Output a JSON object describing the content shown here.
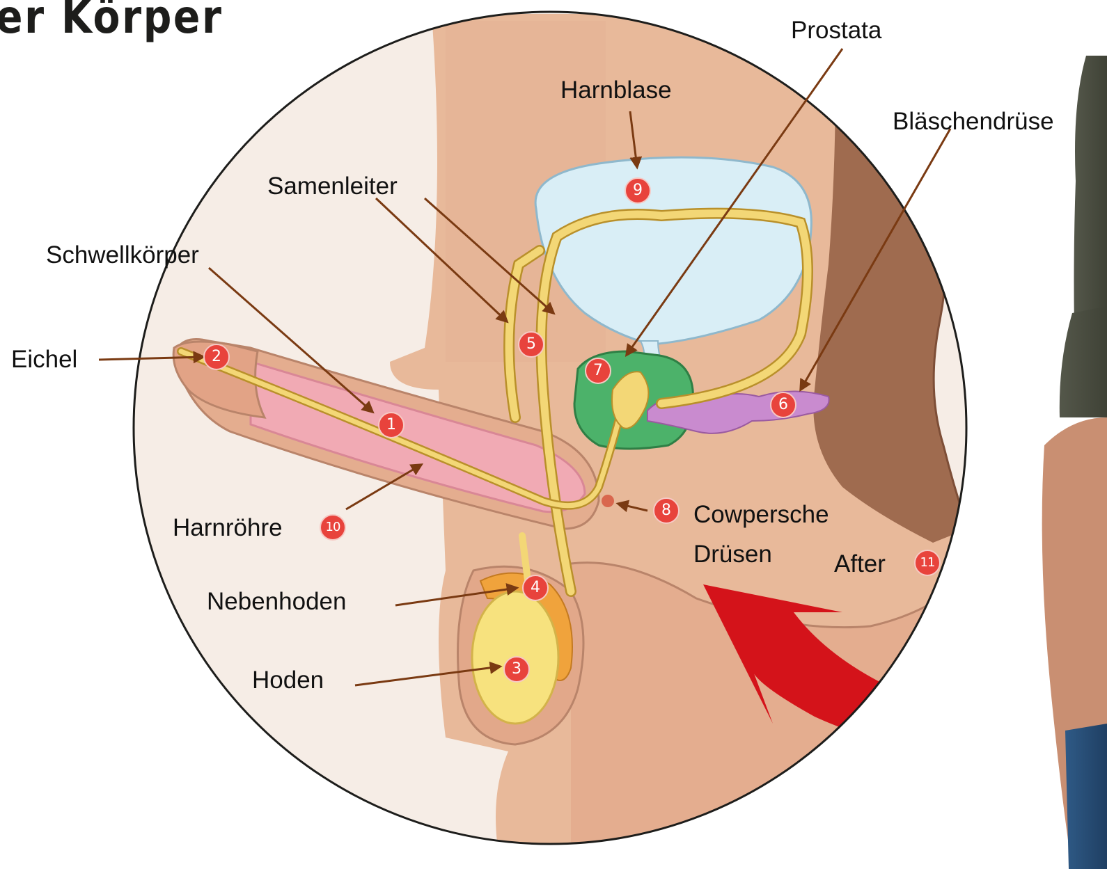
{
  "title": "er Körper",
  "labels": {
    "prostata": "Prostata",
    "harnblase": "Harnblase",
    "blaeschendruese": "Bläschendrüse",
    "samenleiter": "Samenleiter",
    "schwellkoerper": "Schwellkörper",
    "eichel": "Eichel",
    "harnroehre": "Harnröhre",
    "cowpersche_line1": "Cowpersche",
    "cowpersche_line2": "Drüsen",
    "after": "After",
    "nebenhoden": "Nebenhoden",
    "hoden": "Hoden"
  },
  "markers": {
    "m1": "1",
    "m2": "2",
    "m3": "3",
    "m4": "4",
    "m5": "5",
    "m6": "6",
    "m7": "7",
    "m8": "8",
    "m9": "9",
    "m10": "10",
    "m11": "11"
  },
  "colors": {
    "skin": "#e8b99a",
    "background_skin": "#f5e3d6",
    "bladder": "#d9eef6",
    "prostate": "#4cb26a",
    "seminal_vesicle": "#c98bcf",
    "duct": "#f3d776",
    "testis": "#f7e27e",
    "epididymis": "#f0a33c",
    "corpus": "#f1aab4",
    "rectum": "#9f6b4f",
    "leader_line": "#7a3a12",
    "badge": "#e8433c",
    "big_arrow": "#d4131a"
  }
}
